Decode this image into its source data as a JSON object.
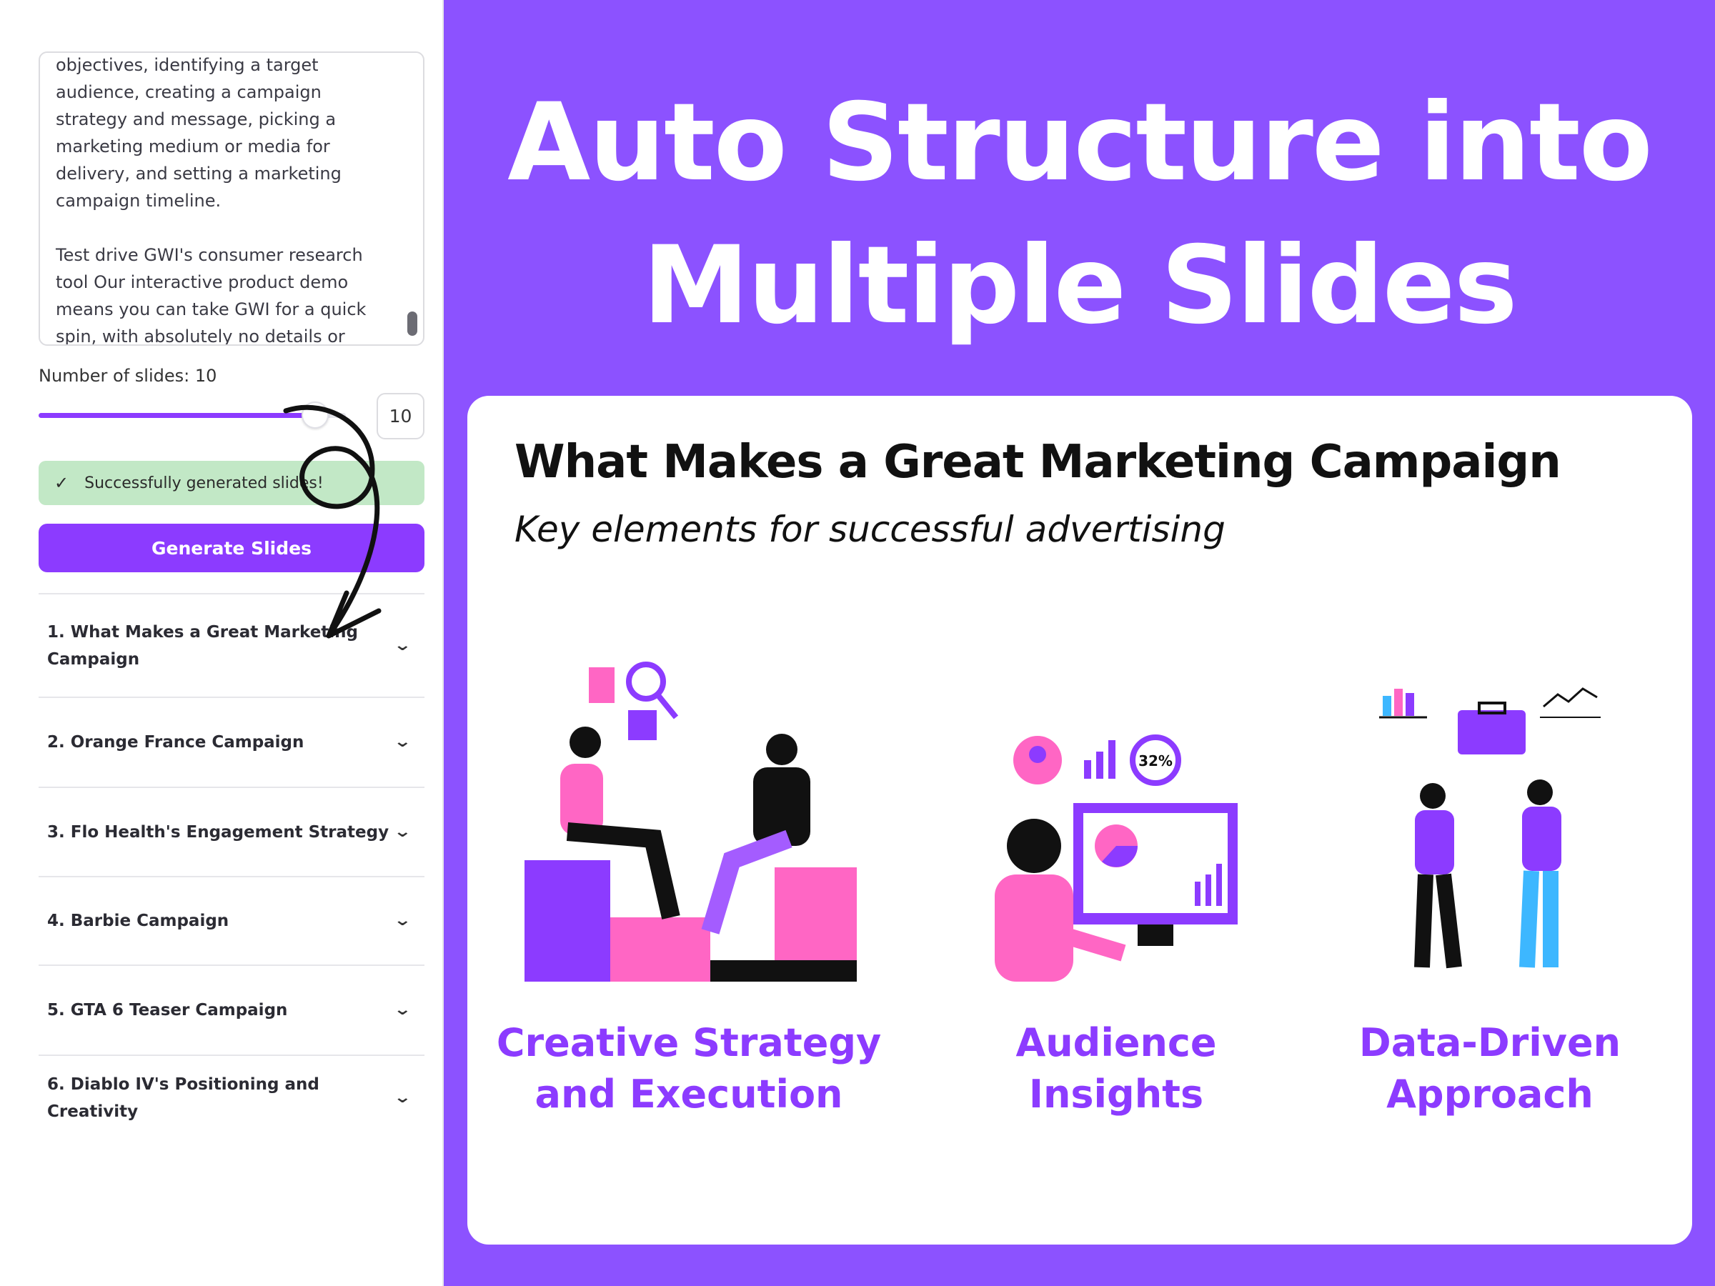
{
  "panel": {
    "prompt_text": "objectives, identifying a target audience, creating a campaign strategy and message, picking a marketing medium or media for delivery, and setting a marketing campaign timeline.\n\nTest drive GWI's consumer research tool Our interactive product demo means you can take GWI for a quick spin, with absolutely no details or registration required.",
    "slides_label": "Number of slides: 10",
    "slides_value": "10",
    "slider_fraction": 0.9,
    "success_message": "Successfully generated slides!",
    "generate_label": "Generate Slides",
    "slide_items": [
      "1. What Makes a Great Marketing Campaign",
      "2. Orange France Campaign",
      "3. Flo Health's Engagement Strategy",
      "4. Barbie Campaign",
      "5. GTA 6 Teaser Campaign",
      "6. Diablo IV's Positioning and Creativity"
    ]
  },
  "headline": {
    "line1": "Auto Structure into",
    "line2": "Multiple Slides"
  },
  "slide": {
    "title": "What Makes a Great Marketing Campaign",
    "subtitle": "Key elements for successful advertising",
    "columns": [
      {
        "line1": "Creative Strategy",
        "line2": "and Execution"
      },
      {
        "line1": "Audience",
        "line2": "Insights",
        "badge": "32%"
      },
      {
        "line1": "Data-Driven",
        "line2": "Approach"
      }
    ]
  },
  "colors": {
    "accent": "#8c3bff",
    "background": "#8c52ff",
    "pink": "#ff66c4",
    "success": "#c2e8c6"
  }
}
